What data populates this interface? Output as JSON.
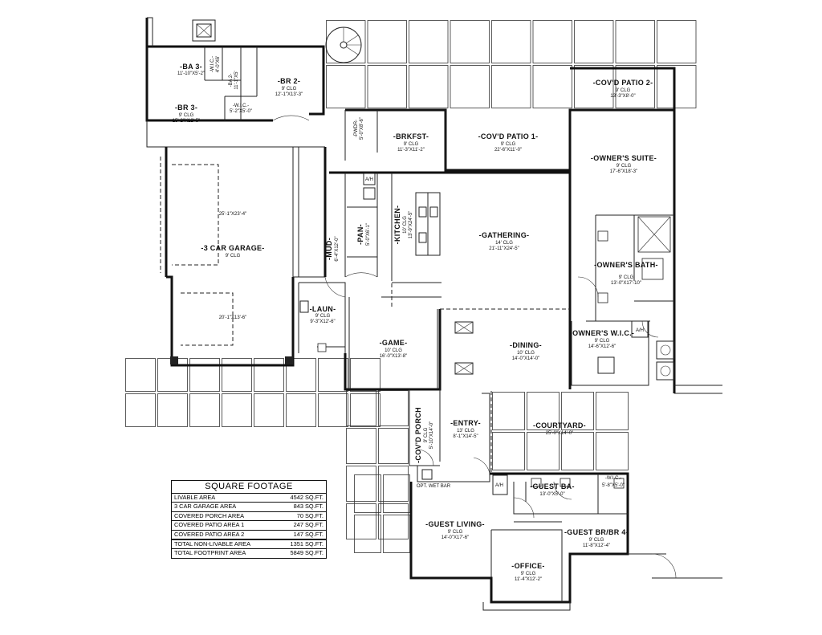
{
  "rooms": {
    "br2": {
      "name": "-BR 2-",
      "ceiling": "9' CLG",
      "size": "12'-1\"X13'-3\""
    },
    "br3": {
      "name": "-BR 3-",
      "ceiling": "9' CLG",
      "size": "15'-2\"X12'-5\""
    },
    "ba3": {
      "name": "-BA 3-",
      "size": "11'-10\"X5'-2\""
    },
    "ba2": {
      "name": "-BA 2-",
      "size": "11'-1\"X5'"
    },
    "wic_top": {
      "name": "-W.I.C.-",
      "size": "4'-0\"X6'"
    },
    "wic_br3": {
      "name": "-W.I.C.-",
      "size": "5'-2\"X5'-0\""
    },
    "pwdr": {
      "name": "-PWDR-",
      "size": "5'-0\"X8'-6\""
    },
    "brkfst": {
      "name": "-BRKFST-",
      "ceiling": "9' CLG",
      "size": "11'-3\"X11'-2\""
    },
    "patio1": {
      "name": "-COV'D PATIO 1-",
      "ceiling": "9' CLG",
      "size": "22'-6\"X11'-0\""
    },
    "patio2": {
      "name": "-COV'D PATIO 2-",
      "ceiling": "9' CLG",
      "size": "13'-3\"X8'-0\""
    },
    "owner_suite": {
      "name": "-OWNER'S SUITE-",
      "ceiling": "9' CLG",
      "size": "17'-6\"X18'-3\""
    },
    "garage": {
      "name": "-3 CAR GARAGE-",
      "ceiling": "9' CLG",
      "dim1": "25'-1\"X23'-4\"",
      "dim2": "20'-1\"X13'-6\""
    },
    "mud": {
      "name": "-MUD-",
      "size": "6'-4\"X12'-0\""
    },
    "pan": {
      "name": "-PAN-",
      "size": "5'-0\"X6'-1\""
    },
    "kitchen": {
      "name": "-KITCHEN-",
      "ceiling": "10' CLG",
      "size": "13'-9\"X24'-5\""
    },
    "gathering": {
      "name": "-GATHERING-",
      "ceiling": "14' CLG",
      "size": "21'-11\"X24'-5\""
    },
    "owner_bath": {
      "name": "-OWNER'S BATH-",
      "ceiling": "9' CLG",
      "size": "13'-0\"X17'-10\""
    },
    "owner_wic": {
      "name": "-OWNER'S W.I.C.-",
      "ceiling": "9' CLG",
      "size": "14'-6\"X12'-6\""
    },
    "laun": {
      "name": "-LAUN-",
      "ceiling": "9' CLG",
      "size": "9'-3\"X12'-6\""
    },
    "game": {
      "name": "-GAME-",
      "ceiling": "10' CLG",
      "size": "16'-0\"X13'-8\""
    },
    "dining": {
      "name": "-DINING-",
      "ceiling": "10' CLG",
      "size": "14'-0\"X14'-0\""
    },
    "covd_porch": {
      "name": "-COV'D PORCH",
      "ceiling": "9' CLG",
      "size": "5'-10\"X14'-0\""
    },
    "entry": {
      "name": "-ENTRY-",
      "ceiling": "13' CLG",
      "size": "8'-1\"X14'-5\""
    },
    "courtyard": {
      "name": "-COURTYARD-",
      "size": "25'-0\"X14'-0\""
    },
    "guest_ba": {
      "name": "-GUEST BA-",
      "size": "13'-0\"X5'-0\""
    },
    "wic_guest": {
      "name": "-W.I.C.-",
      "size": "5'-8\"X5'-0\""
    },
    "guest_living": {
      "name": "-GUEST LIVING-",
      "ceiling": "9' CLG",
      "size": "14'-0\"X17'-6\""
    },
    "guest_br4": {
      "name": "-GUEST BR/BR 4-",
      "ceiling": "9' CLG",
      "size": "11'-8\"X12'-4\""
    },
    "office": {
      "name": "-OFFICE-",
      "ceiling": "9' CLG",
      "size": "11'-4\"X12'-2\""
    }
  },
  "notes": {
    "opt_wet_bar": "OPT. WET BAR",
    "ah": "A/H",
    "ah2": "A/H",
    "ah3": "A/H"
  },
  "square_footage": {
    "title": "SQUARE FOOTAGE",
    "rows": [
      {
        "label": "LIVABLE AREA",
        "value": "4542 SQ.FT."
      },
      {
        "label": "3 CAR GARAGE AREA",
        "value": "843 SQ.FT."
      },
      {
        "label": "COVERED PORCH AREA",
        "value": "70 SQ.FT."
      },
      {
        "label": "COVERED PATIO AREA 1",
        "value": "247 SQ.FT."
      },
      {
        "label": "COVERED PATIO AREA 2",
        "value": "147 SQ.FT."
      },
      {
        "label": "TOTAL NON-LIVABLE AREA",
        "value": "1351 SQ.FT."
      },
      {
        "label": "TOTAL FOOTPRINT AREA",
        "value": "5849 SQ.FT."
      }
    ]
  }
}
